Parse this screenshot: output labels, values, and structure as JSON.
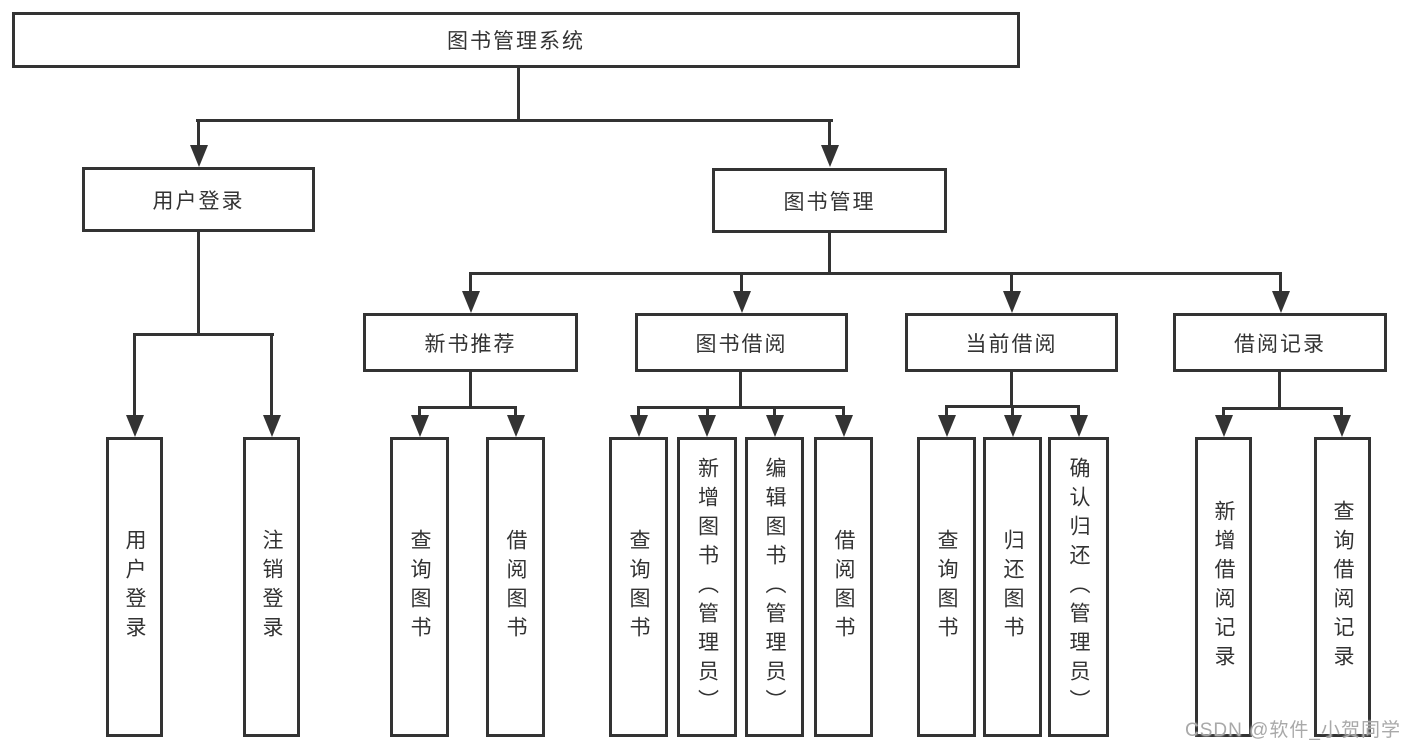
{
  "colors": {
    "line": "#333333",
    "box_border": "#333333",
    "box_background": "#ffffff",
    "text": "#333333",
    "watermark_gray": "#a9a9a9"
  },
  "watermark": "CSDN @软件_小贺同学",
  "tree": {
    "label": "图书管理系统",
    "children": [
      {
        "label": "用户登录",
        "children": [
          {
            "label": "用户登录"
          },
          {
            "label": "注销登录"
          }
        ]
      },
      {
        "label": "图书管理",
        "children": [
          {
            "label": "新书推荐",
            "children": [
              {
                "label": "查询图书"
              },
              {
                "label": "借阅图书"
              }
            ]
          },
          {
            "label": "图书借阅",
            "children": [
              {
                "label": "查询图书"
              },
              {
                "label": "新增图书（管理员）"
              },
              {
                "label": "编辑图书（管理员）"
              },
              {
                "label": "借阅图书"
              }
            ]
          },
          {
            "label": "当前借阅",
            "children": [
              {
                "label": "查询图书"
              },
              {
                "label": "归还图书"
              },
              {
                "label": "确认归还（管理员）"
              }
            ]
          },
          {
            "label": "借阅记录",
            "children": [
              {
                "label": "新增借阅记录"
              },
              {
                "label": "查询借阅记录"
              }
            ]
          }
        ]
      }
    ]
  }
}
